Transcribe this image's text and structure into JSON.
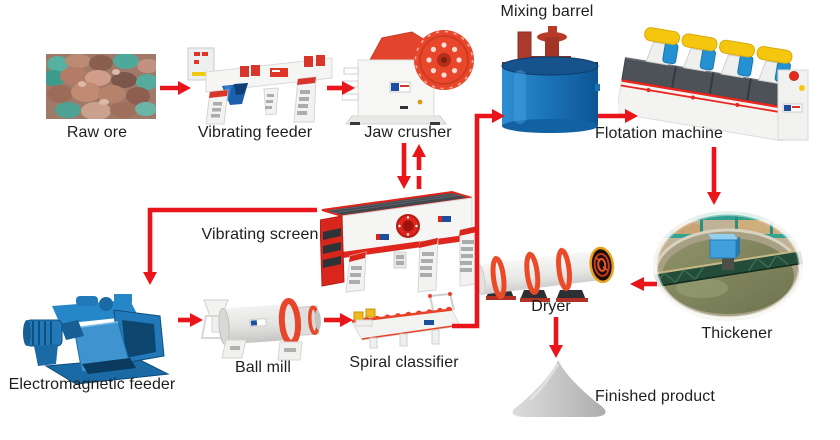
{
  "diagram": {
    "type": "process-flow",
    "nodes": [
      {
        "id": "raw-ore",
        "label": "Raw ore"
      },
      {
        "id": "vibrating-feeder",
        "label": "Vibrating feeder"
      },
      {
        "id": "jaw-crusher",
        "label": "Jaw crusher"
      },
      {
        "id": "mixing-barrel",
        "label": "Mixing barrel"
      },
      {
        "id": "flotation-machine",
        "label": "Flotation machine"
      },
      {
        "id": "vibrating-screen",
        "label": "Vibrating screen"
      },
      {
        "id": "electromagnetic-feeder",
        "label": "Electromagnetic feeder"
      },
      {
        "id": "ball-mill",
        "label": "Ball mill"
      },
      {
        "id": "spiral-classifier",
        "label": "Spiral classifier"
      },
      {
        "id": "dryer",
        "label": "Dryer"
      },
      {
        "id": "thickener",
        "label": "Thickener"
      },
      {
        "id": "finished-product",
        "label": "Finished product"
      }
    ],
    "edges": [
      {
        "from": "raw-ore",
        "to": "vibrating-feeder",
        "style": "solid"
      },
      {
        "from": "vibrating-feeder",
        "to": "jaw-crusher",
        "style": "solid"
      },
      {
        "from": "jaw-crusher",
        "to": "vibrating-screen",
        "style": "solid"
      },
      {
        "from": "vibrating-screen",
        "to": "jaw-crusher",
        "style": "dashed"
      },
      {
        "from": "vibrating-screen",
        "to": "electromagnetic-feeder",
        "style": "solid-elbow"
      },
      {
        "from": "electromagnetic-feeder",
        "to": "ball-mill",
        "style": "solid"
      },
      {
        "from": "ball-mill",
        "to": "spiral-classifier",
        "style": "solid"
      },
      {
        "from": "spiral-classifier",
        "to": "mixing-barrel",
        "style": "solid-elbow"
      },
      {
        "from": "mixing-barrel",
        "to": "flotation-machine",
        "style": "solid"
      },
      {
        "from": "flotation-machine",
        "to": "thickener",
        "style": "solid"
      },
      {
        "from": "thickener",
        "to": "dryer",
        "style": "solid"
      },
      {
        "from": "dryer",
        "to": "finished-product",
        "style": "solid"
      }
    ],
    "colors": {
      "arrow_red": "#e9151a",
      "machine_red": "#e0362a",
      "machine_white": "#f4f4f2",
      "barrel_blue": "#1a72b6",
      "feeder_blue": "#2179b9",
      "flotation_yellow": "#f4c70e",
      "flotation_motor_blue": "#2492d2",
      "deck_gray": "#4c5258",
      "product_gray": "#c6c6c6",
      "label_text": "#1e1e1c",
      "background": "#ffffff"
    }
  }
}
